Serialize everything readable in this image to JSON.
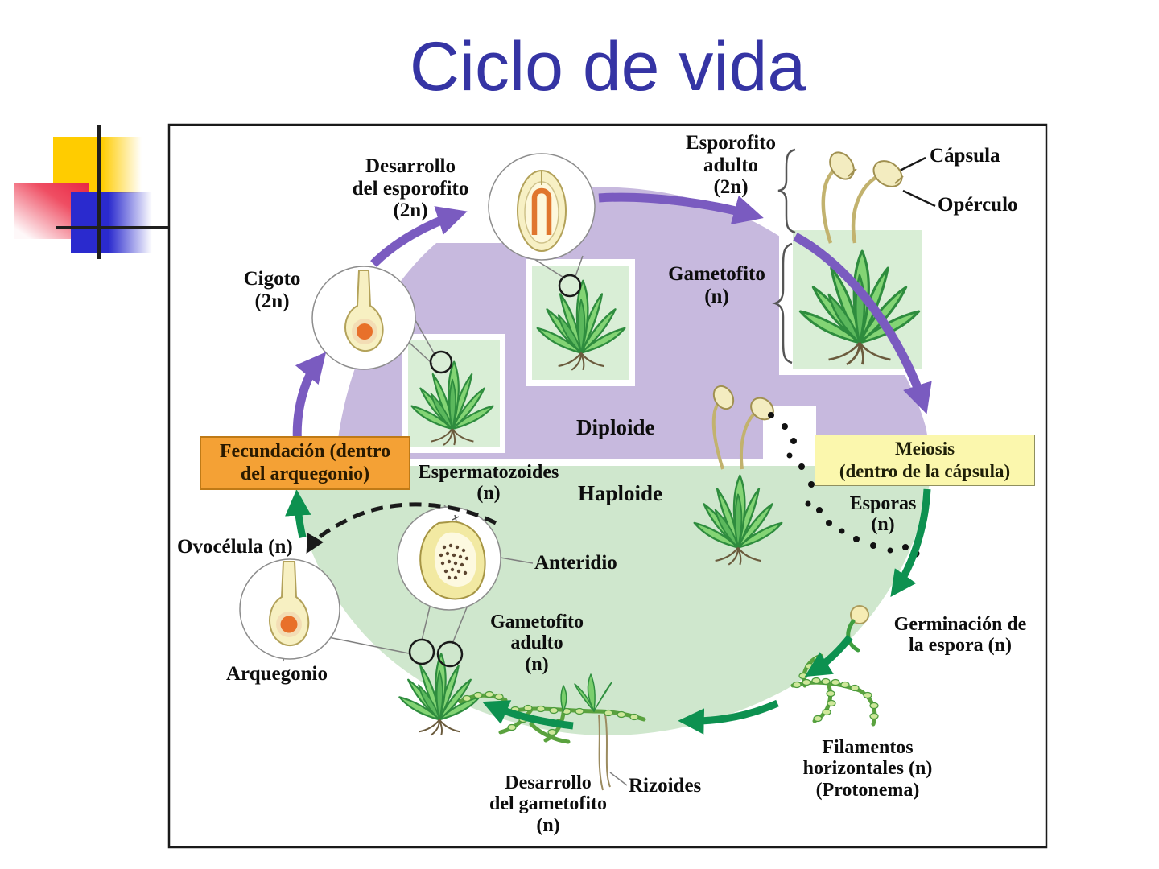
{
  "slide": {
    "title": "Ciclo de vida"
  },
  "labels": {
    "esporofito_adulto": [
      "Esporofito",
      "adulto",
      "(2n)"
    ],
    "capsula": "Cápsula",
    "operculo": "Opérculo",
    "desarrollo_esporofito": [
      "Desarrollo",
      "del esporofito",
      "(2n)"
    ],
    "cigoto": [
      "Cigoto",
      "(2n)"
    ],
    "gametofito": [
      "Gametofito",
      "(n)"
    ],
    "diploide": "Diploide",
    "haploide": "Haploide",
    "espermatozoides": [
      "Espermatozoides",
      "(n)"
    ],
    "esporas": [
      "Esporas",
      "(n)"
    ],
    "ovocelula": "Ovocélula (n)",
    "anteridio": "Anteridio",
    "arquegonio": "Arquegonio",
    "gametofito_adulto": [
      "Gametofito",
      "adulto",
      "(n)"
    ],
    "germinacion": [
      "Germinación de",
      "la espora (n)"
    ],
    "filamentos": [
      "Filamentos",
      "horizontales (n)",
      "(Protonema)"
    ],
    "desarrollo_gametofito": [
      "Desarrollo",
      "del gametofito",
      "(n)"
    ],
    "rizoides": "Rizoides"
  },
  "boxes": {
    "fecundacion": [
      "Fecundación (dentro",
      "del arquegonio)"
    ],
    "meiosis": [
      "Meiosis",
      "(dentro de la cápsula)"
    ]
  },
  "colors": {
    "title_text": "#3534a4",
    "diploid_region": "#c7b9de",
    "haploid_region": "#cfe7cd",
    "diploid_arrow": "#7a5bc0",
    "haploid_arrow": "#0d9150",
    "fecundacion_box_bg": "#f4a135",
    "meiosis_box_bg": "#fbf7ad",
    "moss_leaf_green": "#83d474",
    "capsule_yellow": "#f3ecc0",
    "zygote_orange": "#e8702a",
    "decor_yellow": "#ffcc00",
    "decor_red": "#e92643",
    "decor_blue": "#2a2ace"
  }
}
